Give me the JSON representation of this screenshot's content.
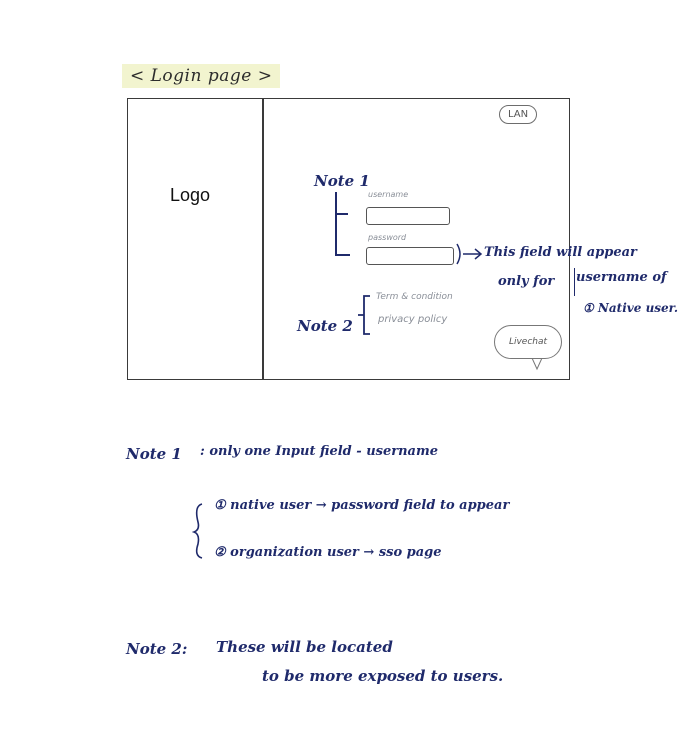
{
  "page_title": "< Login page >",
  "wireframe": {
    "logo_text": "Logo",
    "lan_button": "LAN",
    "note1_label": "Note 1",
    "username_label": "username",
    "password_label": "password",
    "arrow_note_line1": "This field will appear",
    "arrow_note_line2": "only for",
    "arrow_note_line3": "username of",
    "arrow_note_line4": "① Native user.",
    "note2_label": "Note 2",
    "terms_link": "Term & condition",
    "privacy_link": "privacy policy",
    "live_chat": "Livechat"
  },
  "notes": {
    "note1_title": "Note 1",
    "note1_text": ": only one Input field - username",
    "note1_item1": "① native user  → password field to appear",
    "note1_item2": "② organization user → sso page",
    "note2_title": "Note 2:",
    "note2_line1": "These will be located",
    "note2_line2": "to be more exposed to users."
  },
  "colors": {
    "ink": "#1f2a6b",
    "pencil": "#8a8f98",
    "title_highlight": "#f2f4cf"
  }
}
